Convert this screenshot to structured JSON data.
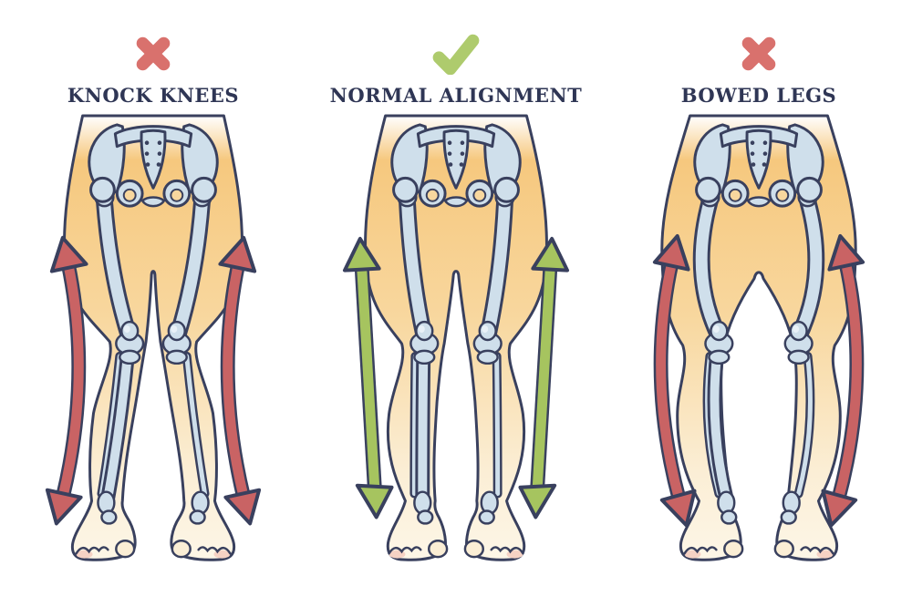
{
  "diagram": {
    "subject": "leg-alignment-comparison",
    "panels": [
      {
        "id": "knock-knees",
        "title": "KNOCK KNEES",
        "status": "incorrect",
        "status_icon": "x-icon",
        "arrow_style": "curved-inward-double-headed",
        "arrow_color": "#c96364"
      },
      {
        "id": "normal-alignment",
        "title": "NORMAL ALIGNMENT",
        "status": "correct",
        "status_icon": "check-icon",
        "arrow_style": "straight-double-headed",
        "arrow_color": "#a6c45f"
      },
      {
        "id": "bowed-legs",
        "title": "BOWED LEGS",
        "status": "incorrect",
        "status_icon": "x-icon",
        "arrow_style": "curved-outward-double-headed",
        "arrow_color": "#c96364"
      }
    ]
  },
  "palette": {
    "navy": "#39405e",
    "red": "#c96364",
    "redIcon": "#d9716d",
    "green": "#a6c45f",
    "greenIcon": "#aecb6d",
    "boneFill": "#cfdfeb",
    "boneHi": "#e9f1f8",
    "skinDark": "#f6c87e",
    "skinMid": "#f8d79e",
    "skinLight": "#fbeed5",
    "footPink": "#f6d2c4",
    "titleColor": "#2f3655",
    "bg": "#ffffff"
  }
}
